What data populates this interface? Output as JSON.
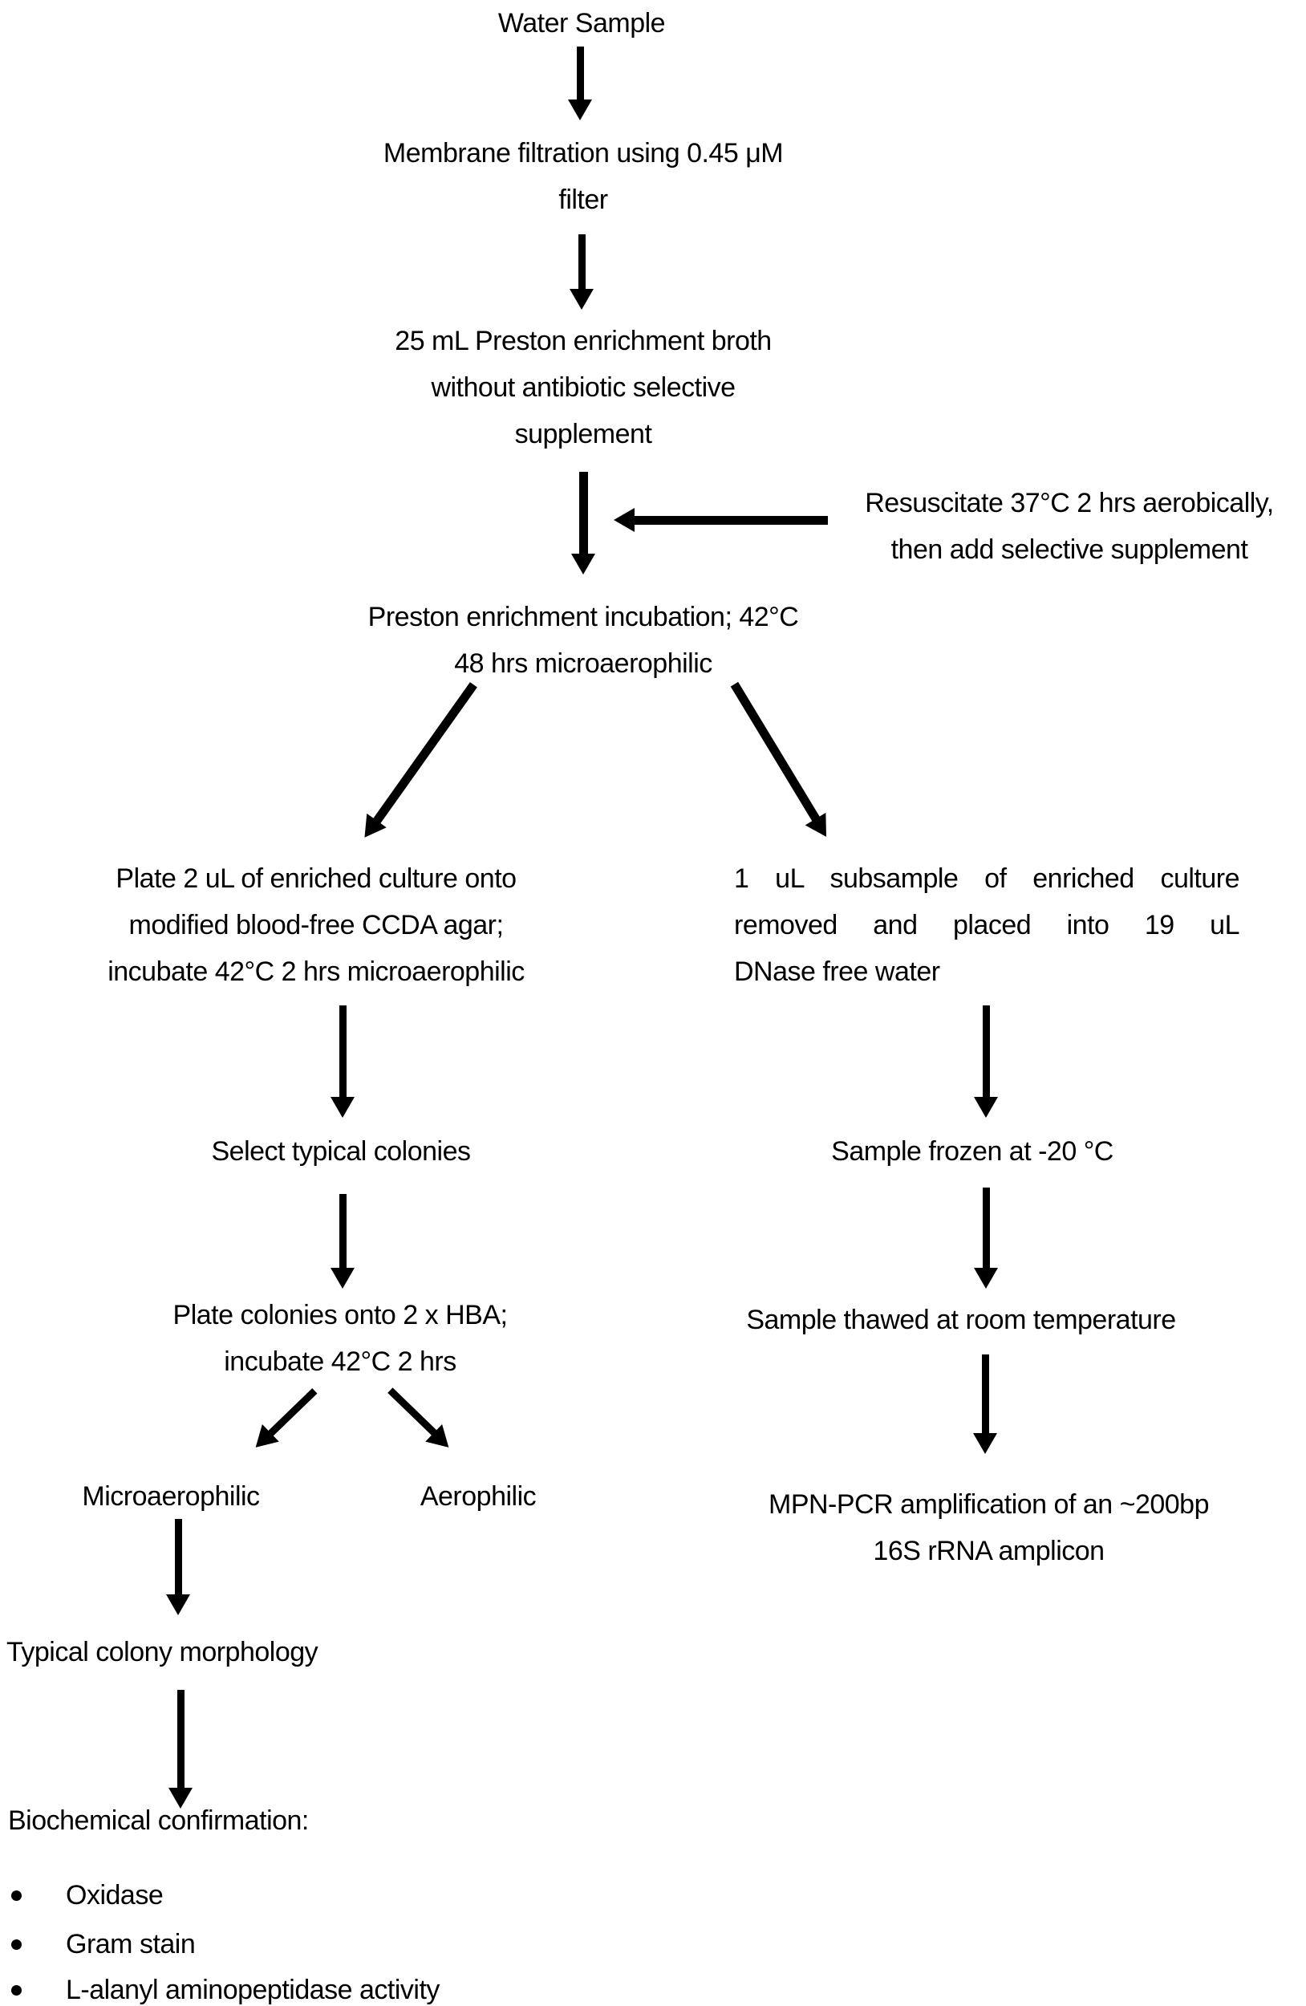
{
  "diagram": {
    "colors": {
      "background": "#ffffff",
      "text": "#000000",
      "arrow": "#000000"
    },
    "nodes": {
      "water_sample": {
        "text": "Water Sample"
      },
      "membrane": {
        "lines": [
          "Membrane filtration using 0.45 μM",
          "filter"
        ]
      },
      "broth": {
        "lines": [
          "25 mL Preston enrichment broth",
          "without antibiotic selective",
          "supplement"
        ]
      },
      "resuscitate": {
        "lines": [
          "Resuscitate 37°C 2 hrs aerobically,",
          "then add selective supplement"
        ]
      },
      "incubation": {
        "lines": [
          "Preston enrichment incubation; 42°C",
          "48 hrs microaerophilic"
        ]
      },
      "ccda": {
        "lines": [
          "Plate 2 uL of enriched culture onto",
          "modified blood-free CCDA agar;",
          "incubate 42°C 2 hrs microaerophilic"
        ]
      },
      "subsample": {
        "lines": [
          "1 uL subsample of enriched culture",
          "removed and placed into 19 uL",
          "DNase free water"
        ]
      },
      "select_colonies": {
        "text": "Select typical colonies"
      },
      "frozen": {
        "text": "Sample frozen at -20 °C"
      },
      "hba": {
        "lines": [
          "Plate colonies onto 2 x HBA;",
          "incubate 42°C 2 hrs"
        ]
      },
      "thawed": {
        "text": "Sample thawed at room temperature"
      },
      "microaerophilic": {
        "text": "Microaerophilic"
      },
      "aerophilic": {
        "text": "Aerophilic"
      },
      "mpn_pcr": {
        "lines": [
          "MPN-PCR amplification of an ~200bp",
          "16S rRNA amplicon"
        ]
      },
      "typical_morphology": {
        "text": "Typical colony morphology"
      },
      "biochemical": {
        "text": "Biochemical confirmation:"
      },
      "bullets": [
        "Oxidase",
        "Gram stain",
        "L-alanyl aminopeptidase activity"
      ]
    }
  }
}
